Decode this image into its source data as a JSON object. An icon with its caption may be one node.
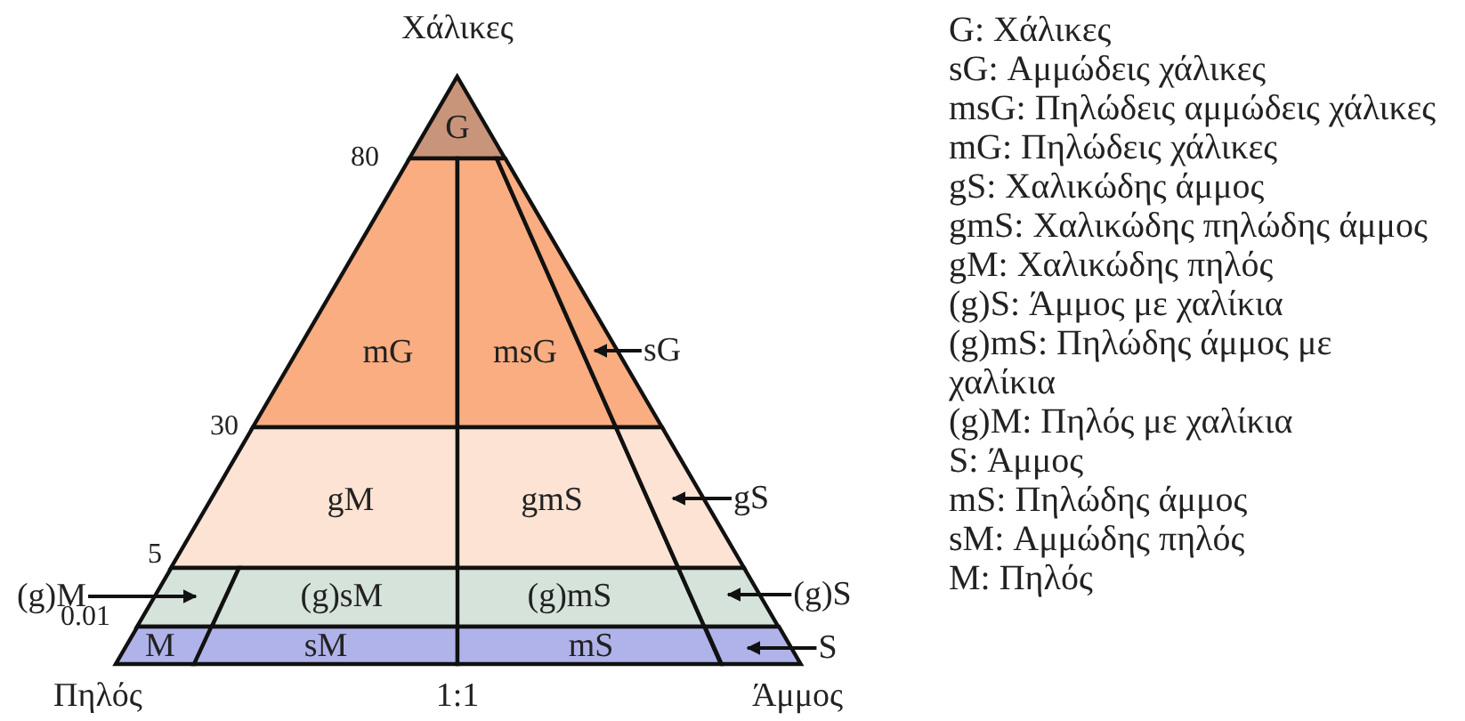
{
  "diagram": {
    "nodes": [
      {
        "text": [
          "G"
        ]
      },
      {
        "text": [
          "mG"
        ]
      },
      {
        "text": [
          "msG"
        ]
      },
      {
        "text": [],
        "shape": "band"
      },
      {
        "text": [
          "sG"
        ]
      },
      {
        "text": [
          "gM"
        ]
      },
      {
        "text": [
          "gmS"
        ]
      },
      {
        "text": [],
        "shape": "band"
      },
      {
        "text": [
          "gS"
        ]
      },
      {
        "text": [
          "(g)M"
        ]
      },
      {
        "text": [],
        "shape": "band"
      },
      {
        "text": [
          "(g)sM"
        ]
      },
      {
        "text": [
          "(g)mS"
        ]
      },
      {
        "text": [],
        "shape": "band"
      },
      {
        "text": [
          "(g)S"
        ]
      },
      {
        "text": [
          "M"
        ]
      },
      {
        "text": [
          "sM"
        ]
      },
      {
        "text": [
          "mS"
        ]
      },
      {
        "text": [],
        "shape": "band"
      },
      {
        "text": [
          "S"
        ]
      }
    ],
    "edges": [
      {
        "from": 4,
        "to": 3,
        "arrow": "to"
      },
      {
        "from": 8,
        "to": 7,
        "arrow": "to"
      },
      {
        "from": 9,
        "to": 10,
        "arrow": "to"
      },
      {
        "from": 14,
        "to": 13,
        "arrow": "to"
      },
      {
        "from": 19,
        "to": 18,
        "arrow": "to"
      }
    ],
    "labels": [
      "Χάλικες",
      "80",
      "30",
      "5",
      "0.01",
      "Πηλός",
      "1:1",
      "Άμμος",
      "G: Χάλικες",
      "sG: Αμμώδεις χάλικες",
      "msG: Πηλώδεις αμμώδεις χάλικες",
      "mG: Πηλώδεις χάλικες",
      "gS: Χαλικώδης άμμος",
      "gmS: Χαλικώδης πηλώδης άμμος",
      "gM: Χαλικώδης πηλός",
      "(g)S: Άμμος με χαλίκια",
      "(g)mS: Πηλώδης άμμος με χαλίκια",
      "(g)M: Πηλός με χαλίκια",
      "S: Άμμος",
      "mS: Πηλώδης άμμος",
      "sM: Αμμώδης πηλός",
      "M: Πηλός"
    ]
  }
}
